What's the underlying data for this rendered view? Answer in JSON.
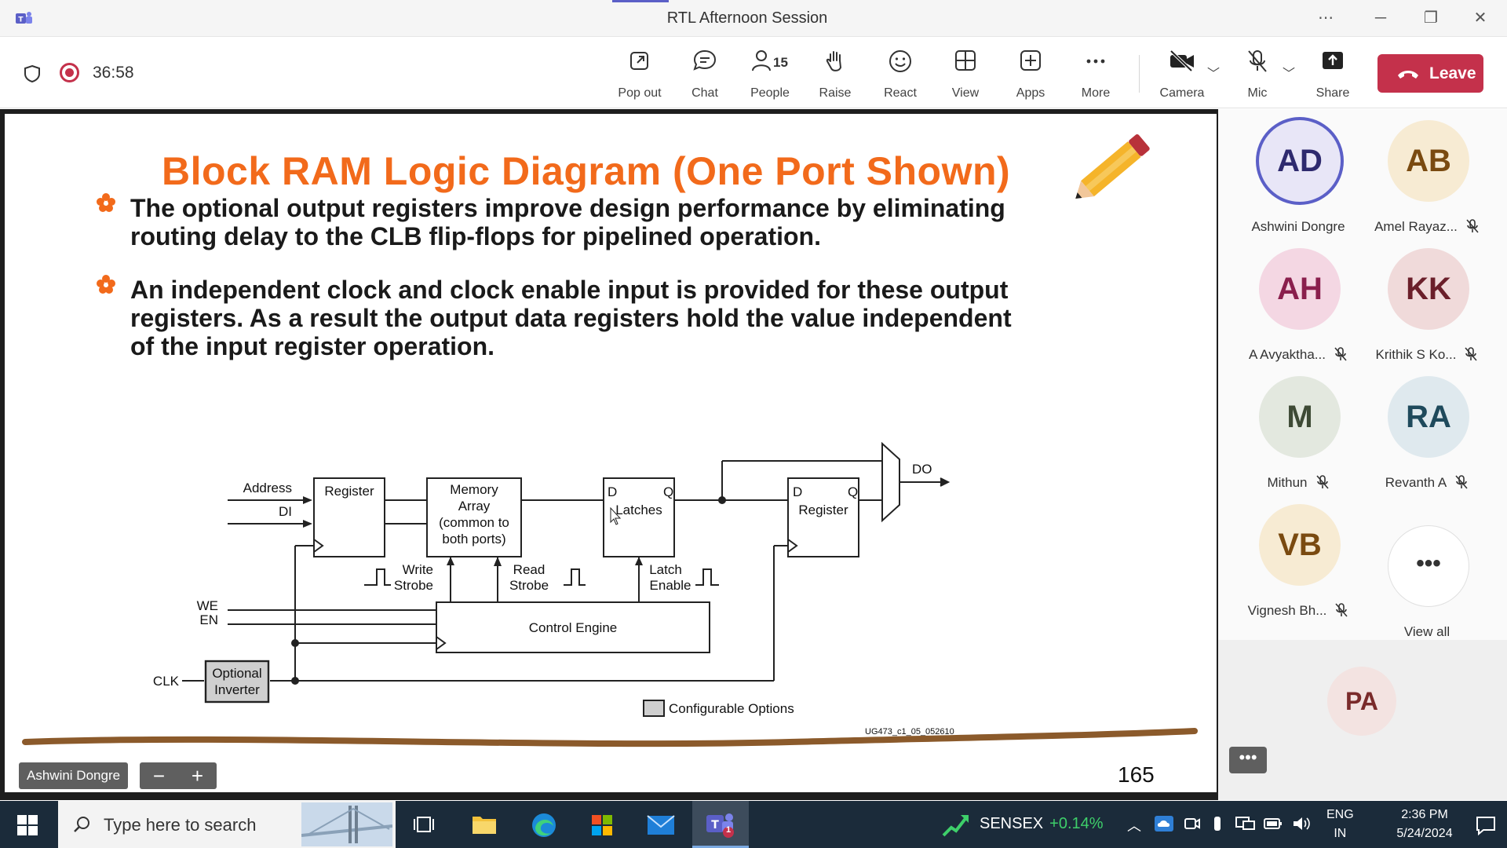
{
  "window": {
    "title": "RTL Afternoon Session"
  },
  "meeting": {
    "timer": "36:58",
    "people_count": "15",
    "toolbar": [
      {
        "id": "popout",
        "label": "Pop out"
      },
      {
        "id": "chat",
        "label": "Chat"
      },
      {
        "id": "people",
        "label": "People"
      },
      {
        "id": "raise",
        "label": "Raise"
      },
      {
        "id": "react",
        "label": "React"
      },
      {
        "id": "view",
        "label": "View"
      },
      {
        "id": "apps",
        "label": "Apps"
      },
      {
        "id": "more",
        "label": "More"
      },
      {
        "id": "camera",
        "label": "Camera"
      },
      {
        "id": "mic",
        "label": "Mic"
      },
      {
        "id": "share",
        "label": "Share"
      }
    ],
    "leave_label": "Leave",
    "leave_color": "#c4314b"
  },
  "slide": {
    "title": "Block RAM Logic Diagram (One Port Shown)",
    "title_color": "#f26a1b",
    "bullets": [
      {
        "line1": "The optional output registers improve design performance by eliminating",
        "line2": "routing delay to the CLB flip-flops for pipelined operation.",
        "line3": ""
      },
      {
        "line1": "An independent clock and clock enable input is provided for these output",
        "line2": "registers. As a result the output data registers hold the value independent",
        "line3": "of the input register operation."
      }
    ],
    "diagram": {
      "address": "Address",
      "di": "DI",
      "register1": "Register",
      "memory_array": [
        "Memory",
        "Array",
        "(common to",
        "both ports)"
      ],
      "latches": "Latches",
      "d": "D",
      "q": "Q",
      "register2": "Register",
      "do": "DO",
      "write_strobe": [
        "Write",
        "Strobe"
      ],
      "read_strobe": [
        "Read",
        "Strobe"
      ],
      "latch_enable": [
        "Latch",
        "Enable"
      ],
      "we": "WE",
      "en": "EN",
      "control_engine": "Control Engine",
      "clk": "CLK",
      "optional_inverter": [
        "Optional",
        "Inverter"
      ],
      "configurable_options": "Configurable Options",
      "figure_id": "UG473_c1_05_052610"
    },
    "presenter": "Ashwini Dongre",
    "zoom_minus": "−",
    "zoom_plus": "+",
    "page_number": "165"
  },
  "participants": [
    {
      "initials": "AD",
      "name": "Ashwini Dongre",
      "muted": false,
      "bg": "#e8e6f7",
      "fg": "#2e2a6e",
      "speaking": true
    },
    {
      "initials": "AB",
      "name": "Amel Rayaz...",
      "muted": true,
      "bg": "#f7ebd3",
      "fg": "#7a4a10",
      "speaking": false
    },
    {
      "initials": "AH",
      "name": "A Avyaktha...",
      "muted": true,
      "bg": "#f4d7e3",
      "fg": "#8a1f4d",
      "speaking": false
    },
    {
      "initials": "KK",
      "name": "Krithik S Ko...",
      "muted": true,
      "bg": "#f0dada",
      "fg": "#6b1f2a",
      "speaking": false
    },
    {
      "initials": "M",
      "name": "Mithun",
      "muted": true,
      "bg": "#e3e8df",
      "fg": "#3e4a35",
      "speaking": false
    },
    {
      "initials": "RA",
      "name": "Revanth A",
      "muted": true,
      "bg": "#dfe9ee",
      "fg": "#1f4a5c",
      "speaking": false
    },
    {
      "initials": "VB",
      "name": "Vignesh Bh...",
      "muted": true,
      "bg": "#f7ebd3",
      "fg": "#7a4a10",
      "speaking": false
    }
  ],
  "view_all_label": "View all",
  "overflow_participant": "PA",
  "taskbar": {
    "search_placeholder": "Type here to search",
    "sensex_label": "SENSEX",
    "sensex_change": "+0.14%",
    "lang_line1": "ENG",
    "lang_line2": "IN",
    "time": "2:36 PM",
    "date": "5/24/2024",
    "teams_badge": "1"
  }
}
